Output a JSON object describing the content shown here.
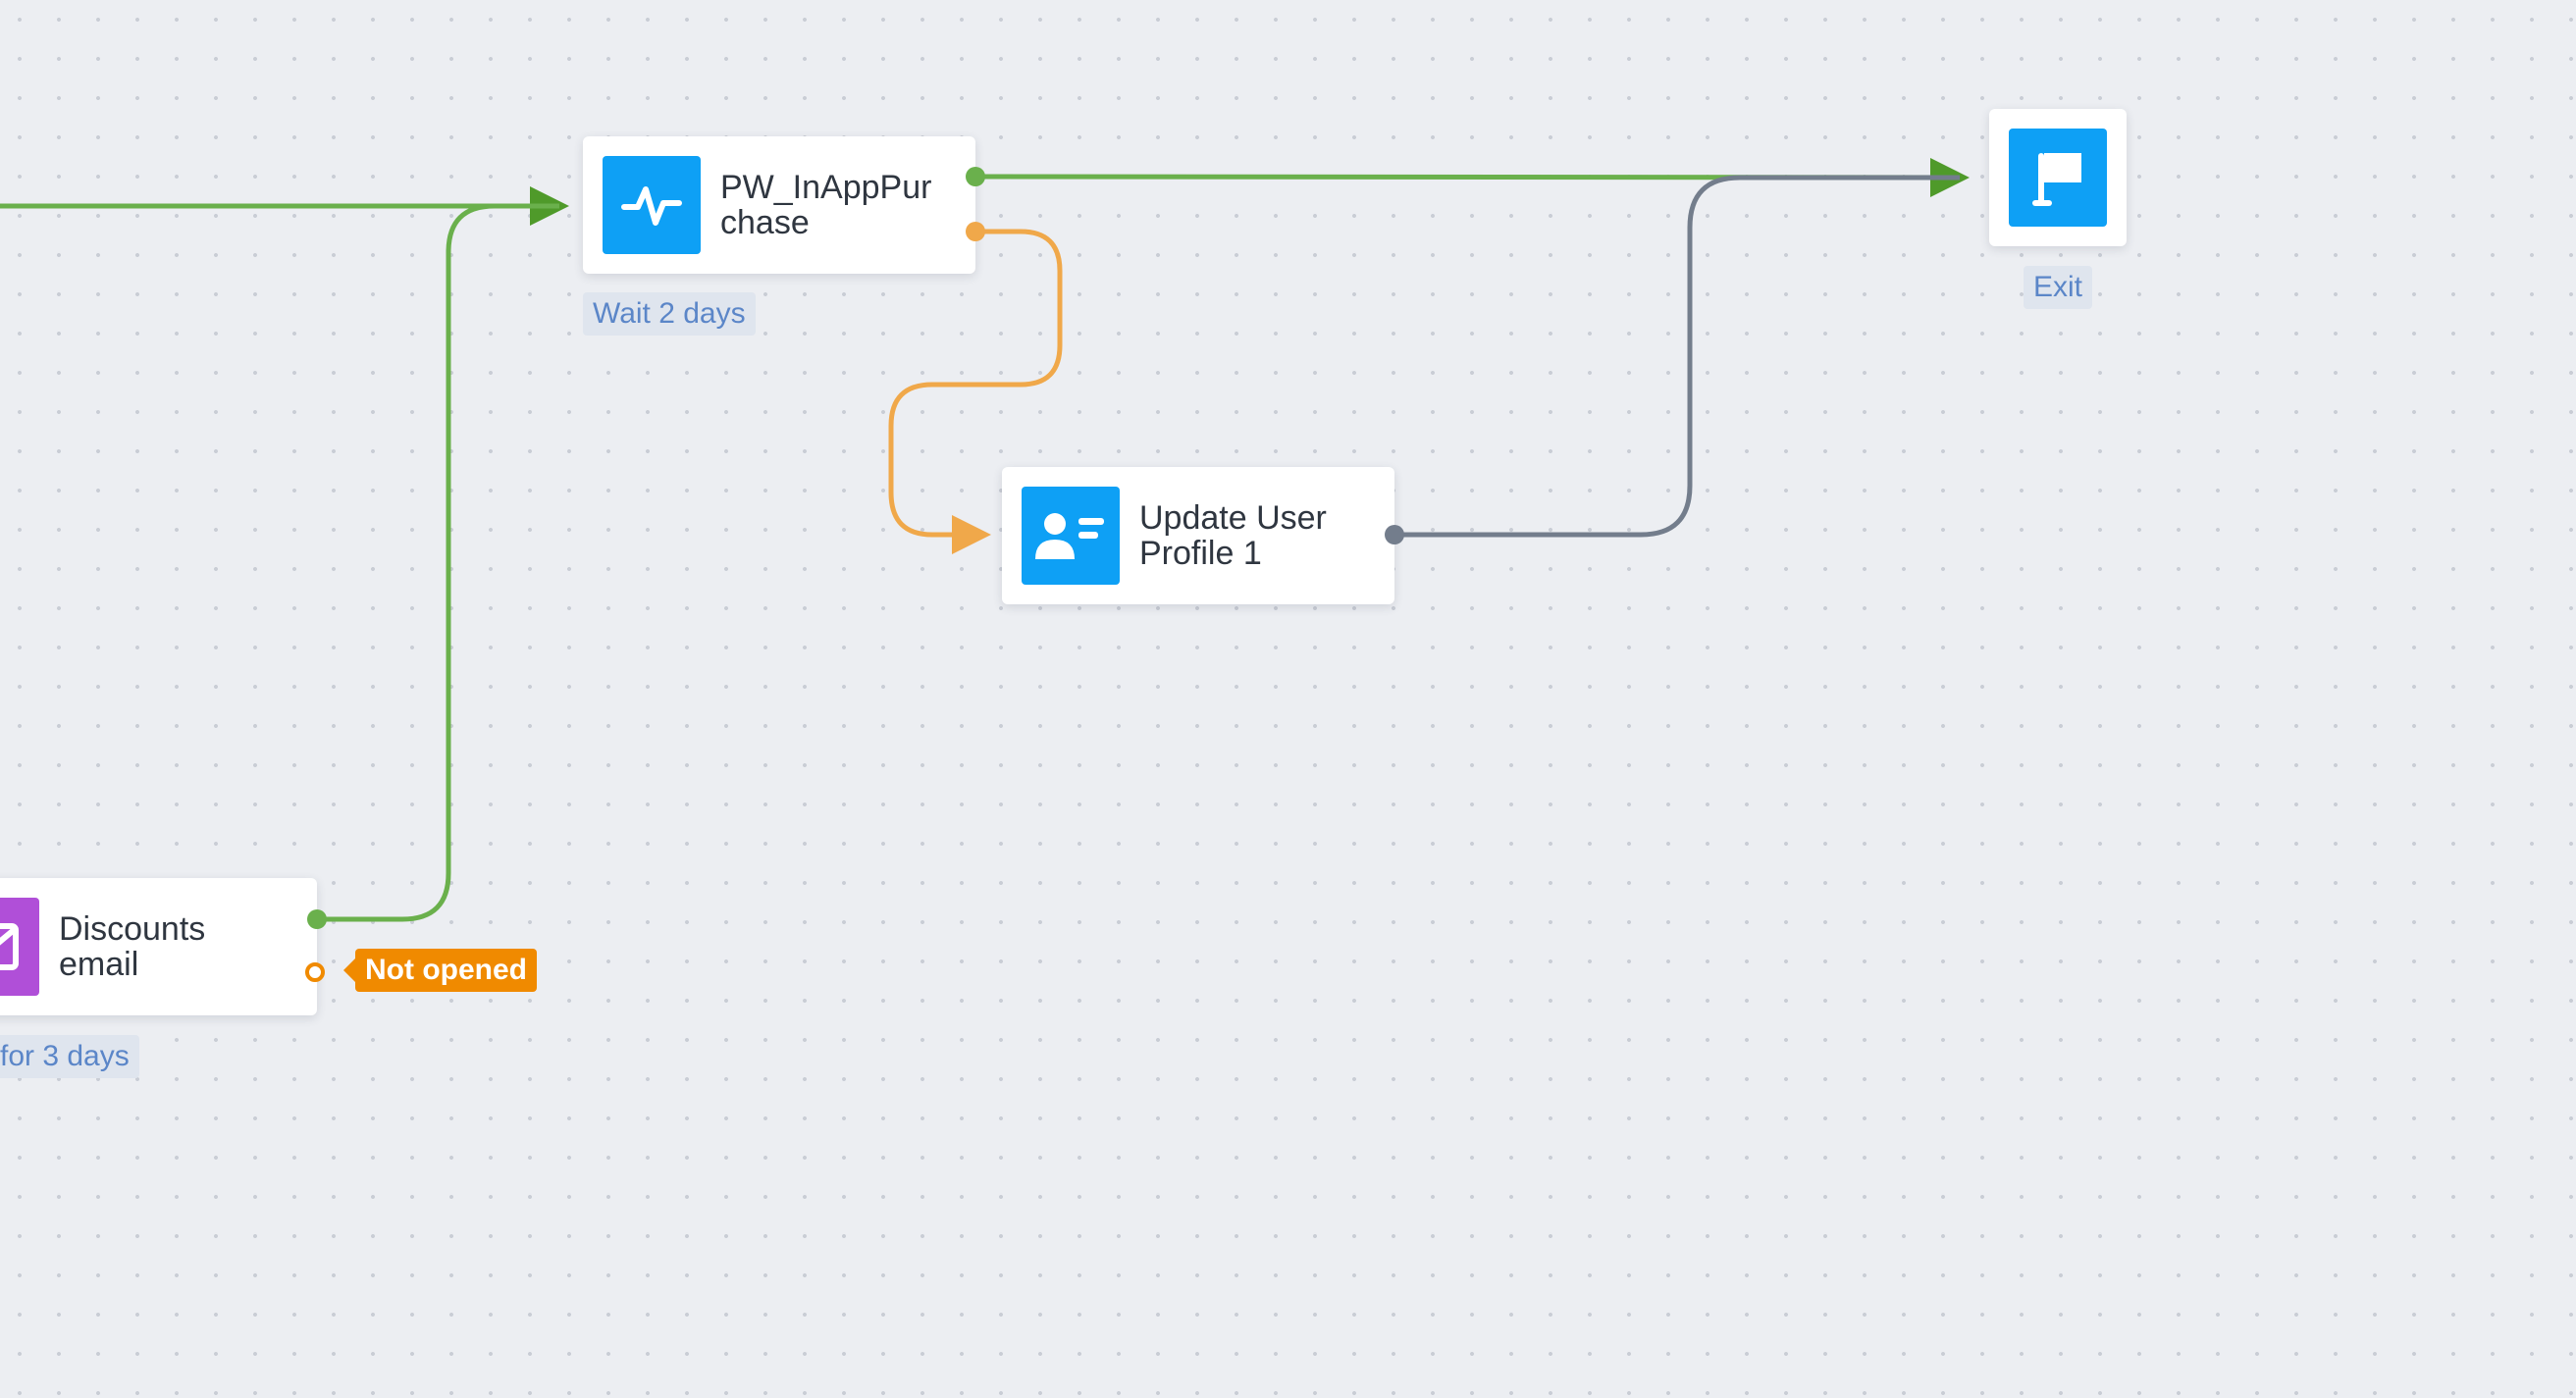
{
  "canvas": {
    "nodes": {
      "pw_inapp": {
        "title": "PW_InAppPurchase",
        "label": "Wait 2 days",
        "icon": "activity-pulse-icon",
        "color": "#0ea0f5"
      },
      "update_profile": {
        "title": "Update User Profile 1",
        "icon": "user-card-icon",
        "color": "#0ea0f5"
      },
      "exit": {
        "label": "Exit",
        "icon": "flag-icon",
        "color": "#0ea0f5"
      },
      "discounts_email": {
        "title": "Discounts email",
        "label": "for 3 days",
        "icon": "email-icon",
        "color": "#b04fd8",
        "branch_tag": "Not opened"
      }
    },
    "colors": {
      "success_wire": "#6ab04c",
      "success_wire_dark": "#4f9a2a",
      "alt_wire": "#f0a84a",
      "neutral_wire": "#737d8c",
      "tag_bg": "#f08a00"
    }
  }
}
